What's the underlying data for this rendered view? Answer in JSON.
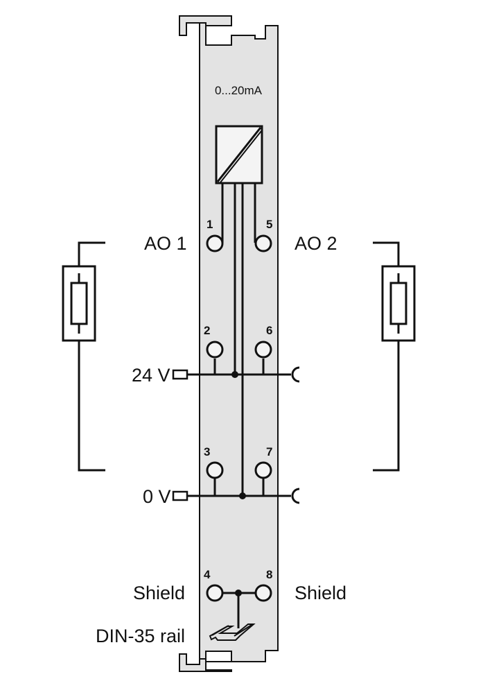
{
  "module": {
    "signal_range": "0...20mA",
    "body_color": "#e3e3e3",
    "line_color": "#111111"
  },
  "channels": [
    {
      "name": "AO 1",
      "side": "left"
    },
    {
      "name": "AO 2",
      "side": "right"
    }
  ],
  "terminals": [
    {
      "number": "1",
      "function": "AO 1"
    },
    {
      "number": "2",
      "function": "24 V"
    },
    {
      "number": "3",
      "function": "0 V"
    },
    {
      "number": "4",
      "function": "Shield"
    },
    {
      "number": "5",
      "function": "AO 2"
    },
    {
      "number": "6",
      "function": "24 V"
    },
    {
      "number": "7",
      "function": "0 V"
    },
    {
      "number": "8",
      "function": "Shield"
    }
  ],
  "power": {
    "supply_label": "24 V",
    "ground_label": "0 V"
  },
  "shield": {
    "left_label": "Shield",
    "right_label": "Shield"
  },
  "rail_label": "DIN-35 rail",
  "icons": {
    "converter": "d-a-converter-icon",
    "load": "resistor-load-icon",
    "rail": "din-rail-icon"
  }
}
